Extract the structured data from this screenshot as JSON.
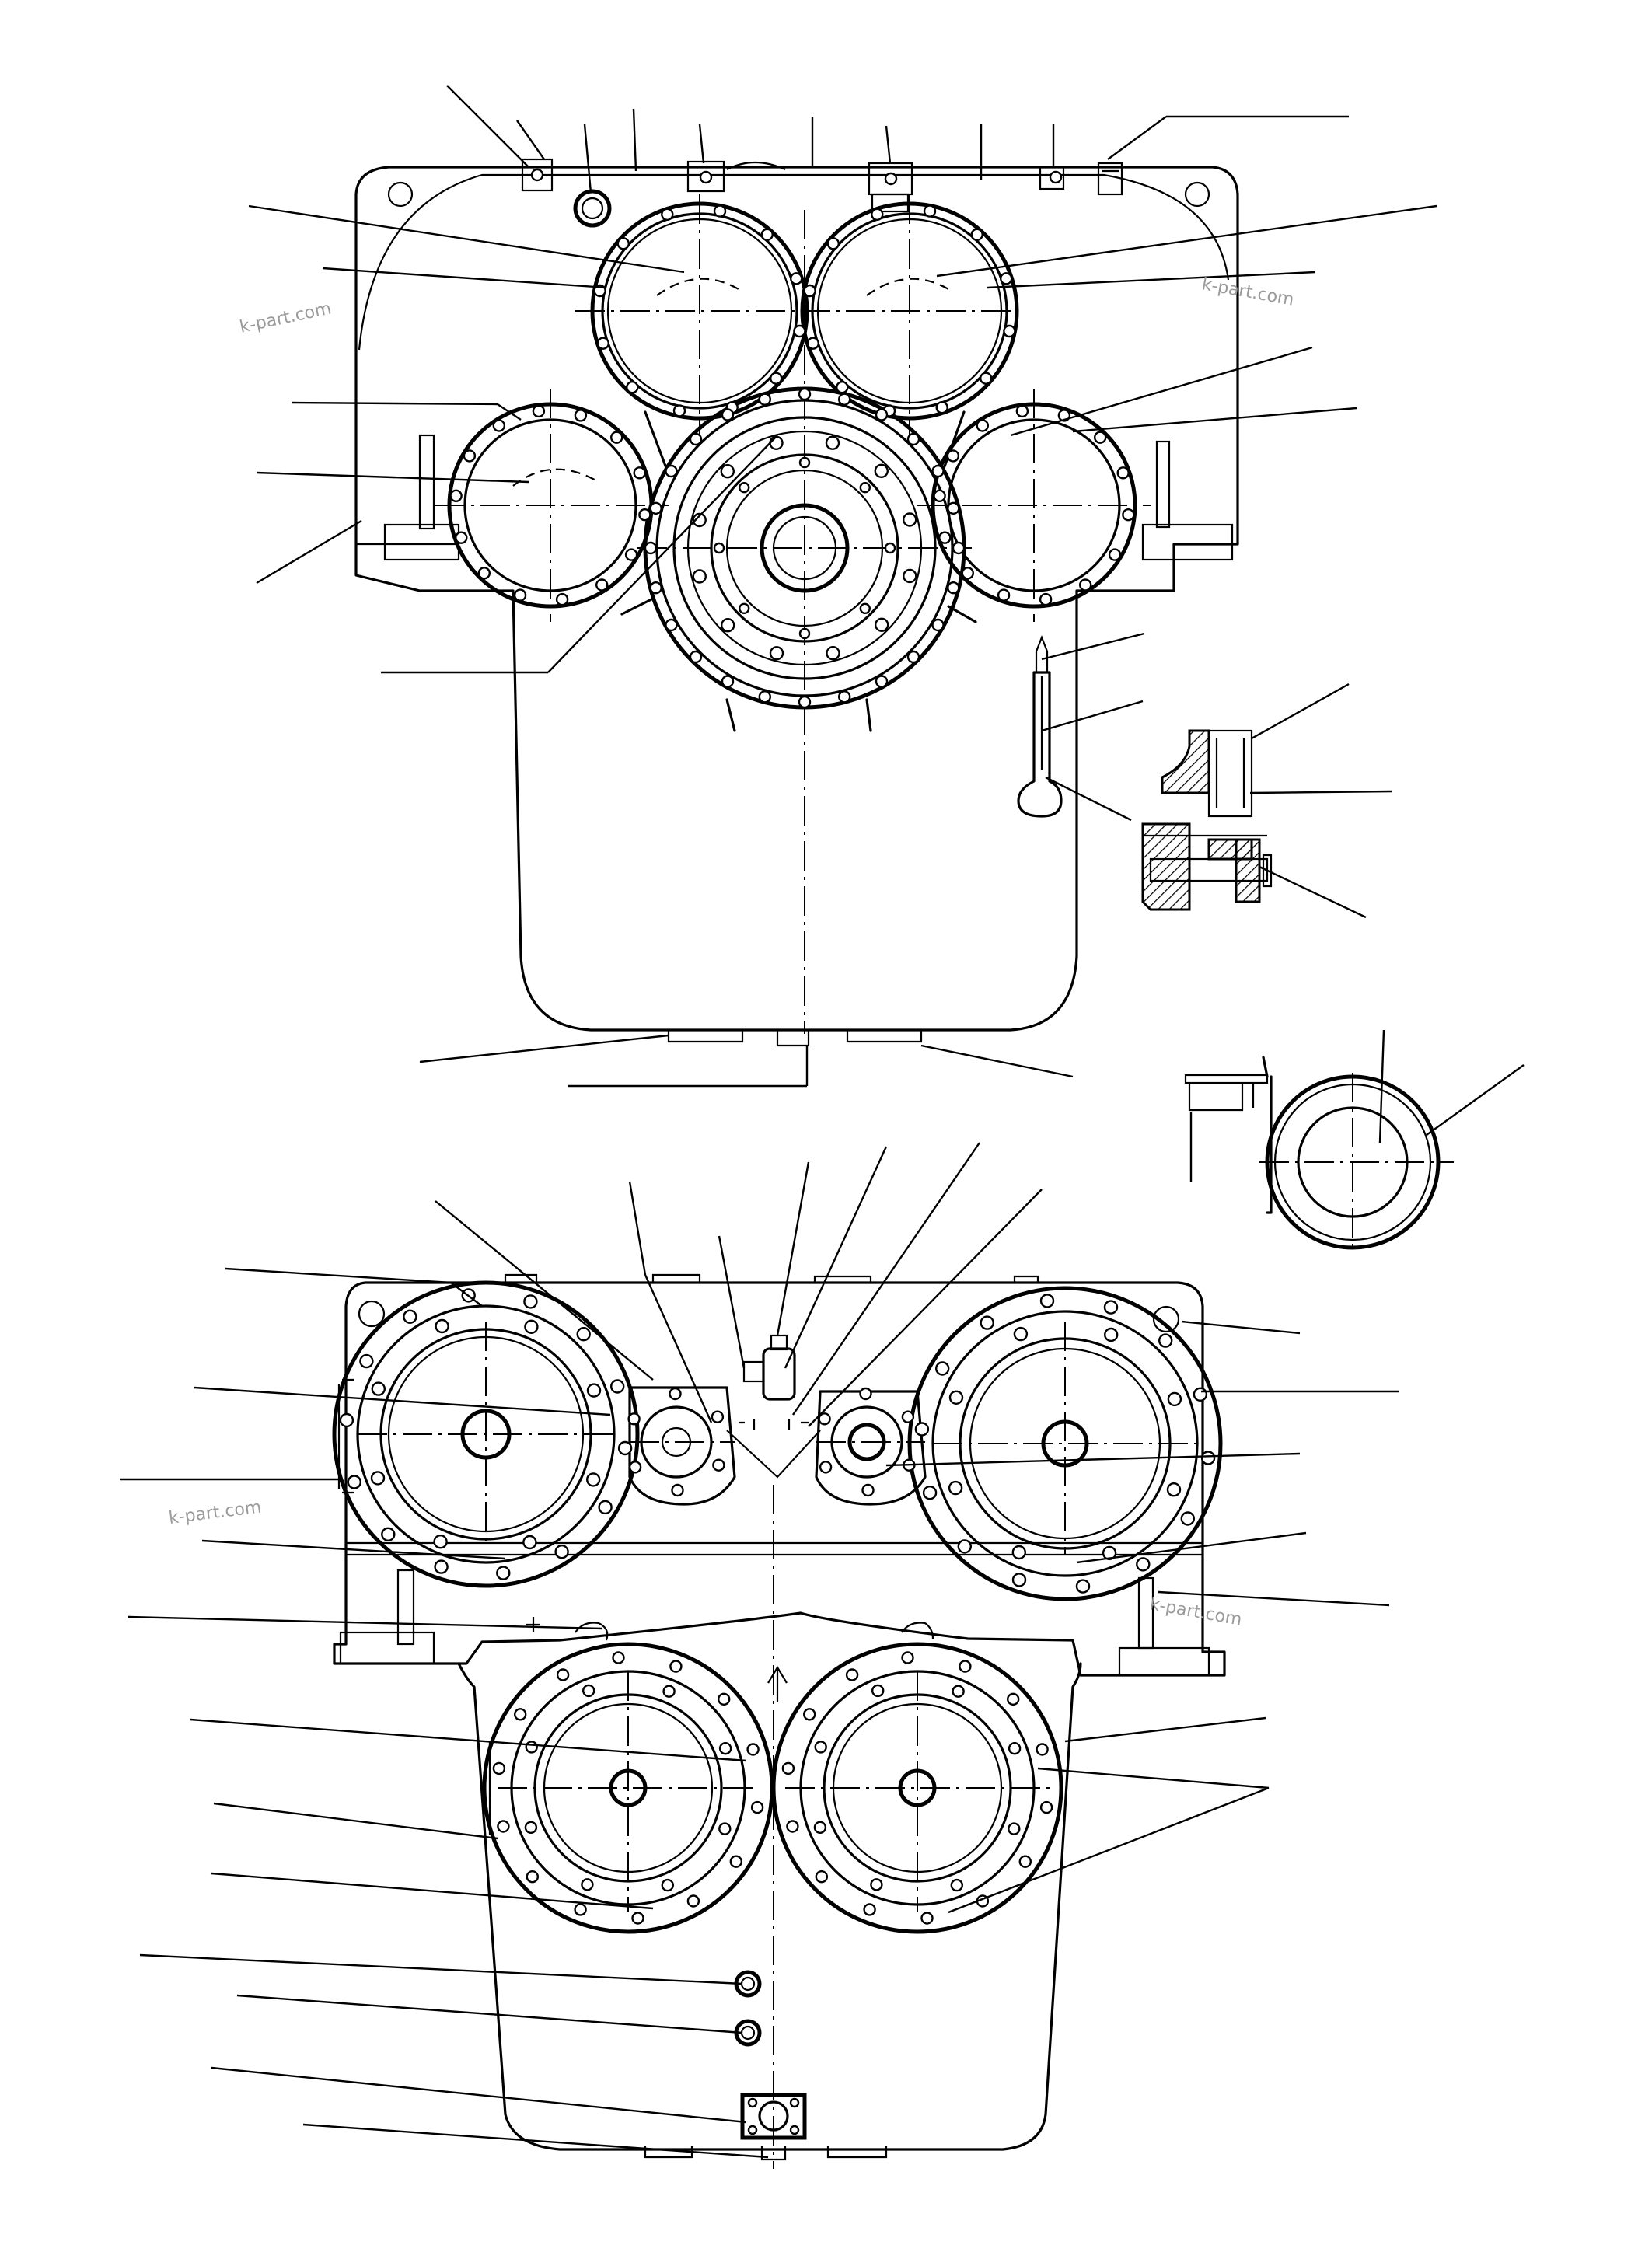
{
  "watermarks": [
    {
      "text": "k-part.com"
    },
    {
      "text": "k-part.com"
    },
    {
      "text": "k-part.com"
    },
    {
      "text": "k-part.com"
    }
  ],
  "colors": {
    "line": "#000000",
    "background": "#ffffff",
    "watermark": "#9a9a9a"
  }
}
